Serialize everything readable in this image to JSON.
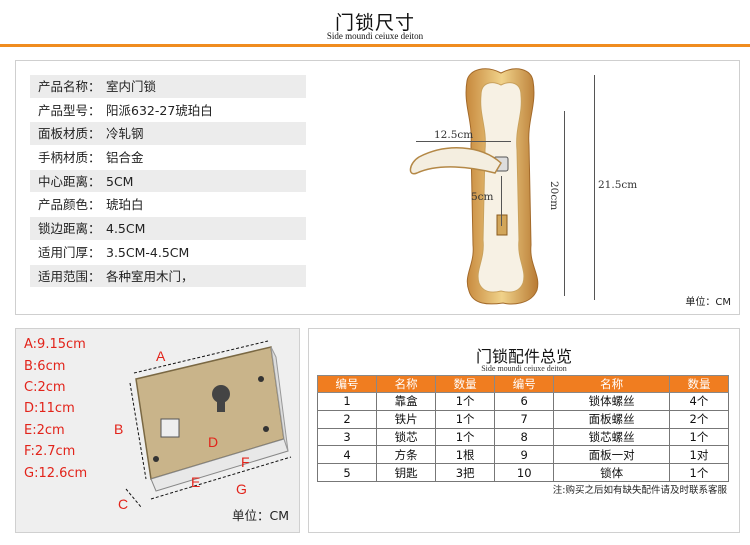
{
  "header": {
    "title": "门锁尺寸",
    "subtitle": "Side moundi ceiuxe deiton",
    "accent_color": "#f08c1f"
  },
  "specs": [
    {
      "key": "产品名称：",
      "value": "室内门锁"
    },
    {
      "key": "产品型号：",
      "value": "阳派632-27琥珀白"
    },
    {
      "key": "面板材质：",
      "value": "冷轧钢"
    },
    {
      "key": "手柄材质：",
      "value": "铝合金"
    },
    {
      "key": "中心距离：",
      "value": "5CM"
    },
    {
      "key": "产品颜色：",
      "value": "琥珀白"
    },
    {
      "key": "锁边距离：",
      "value": "4.5CM"
    },
    {
      "key": "适用门厚：",
      "value": "3.5CM-4.5CM"
    },
    {
      "key": "适用范围：",
      "value": "各种室用木门，"
    }
  ],
  "handle_dims": {
    "handle_length": "12.5cm",
    "center": "5cm",
    "plate_height": "20cm",
    "overall_height": "21.5cm",
    "unit": "单位：CM"
  },
  "lock_body": {
    "legend": [
      "A:9.15cm",
      "B:6cm",
      "C:2cm",
      "D:11cm",
      "E:2cm",
      "F:2.7cm",
      "G:12.6cm"
    ],
    "letters": {
      "a": "A",
      "b": "B",
      "c": "C",
      "d": "D",
      "e": "E",
      "f": "F",
      "g": "G"
    },
    "unit": "单位：CM",
    "legend_color": "#e2231a"
  },
  "parts": {
    "title": "门锁配件总览",
    "subtitle": "Side moundi ceiuxe deiton",
    "headers": [
      "编号",
      "名称",
      "数量",
      "编号",
      "名称",
      "数量"
    ],
    "rows": [
      [
        "1",
        "靠盒",
        "1个",
        "6",
        "锁体螺丝",
        "4个"
      ],
      [
        "2",
        "铁片",
        "1个",
        "7",
        "面板螺丝",
        "2个"
      ],
      [
        "3",
        "锁芯",
        "1个",
        "8",
        "锁芯螺丝",
        "1个"
      ],
      [
        "4",
        "方条",
        "1根",
        "9",
        "面板一对",
        "1对"
      ],
      [
        "5",
        "钥匙",
        "3把",
        "10",
        "锁体",
        "1个"
      ]
    ],
    "note": "注:购买之后如有缺失配件请及时联系客服",
    "header_color": "#f07d20"
  }
}
